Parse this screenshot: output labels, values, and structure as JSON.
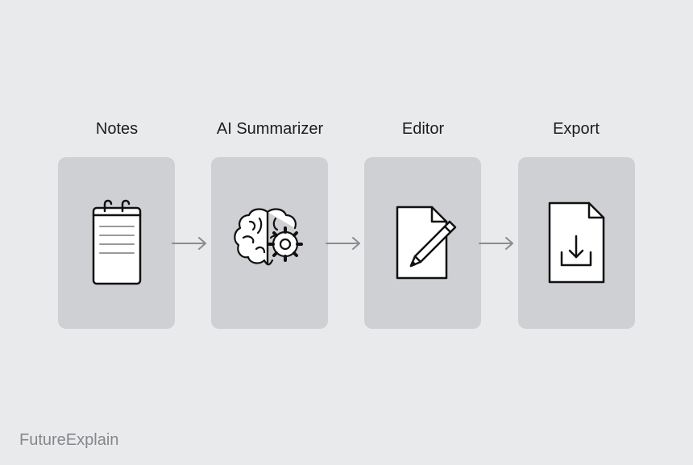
{
  "steps": [
    {
      "label": "Notes",
      "icon": "notepad-icon"
    },
    {
      "label": "AI Summarizer",
      "icon": "brain-gear-icon"
    },
    {
      "label": "Editor",
      "icon": "document-pencil-icon"
    },
    {
      "label": "Export",
      "icon": "download-file-icon"
    }
  ],
  "connectors": [
    "arrow-right-icon",
    "arrow-right-icon",
    "arrow-right-icon"
  ],
  "brand": "FutureExplain",
  "colors": {
    "background": "#e9eaec",
    "card": "#cfd0d3",
    "arrow": "#8b8c90",
    "icon_stroke": "#111111",
    "brand": "#86878b"
  }
}
